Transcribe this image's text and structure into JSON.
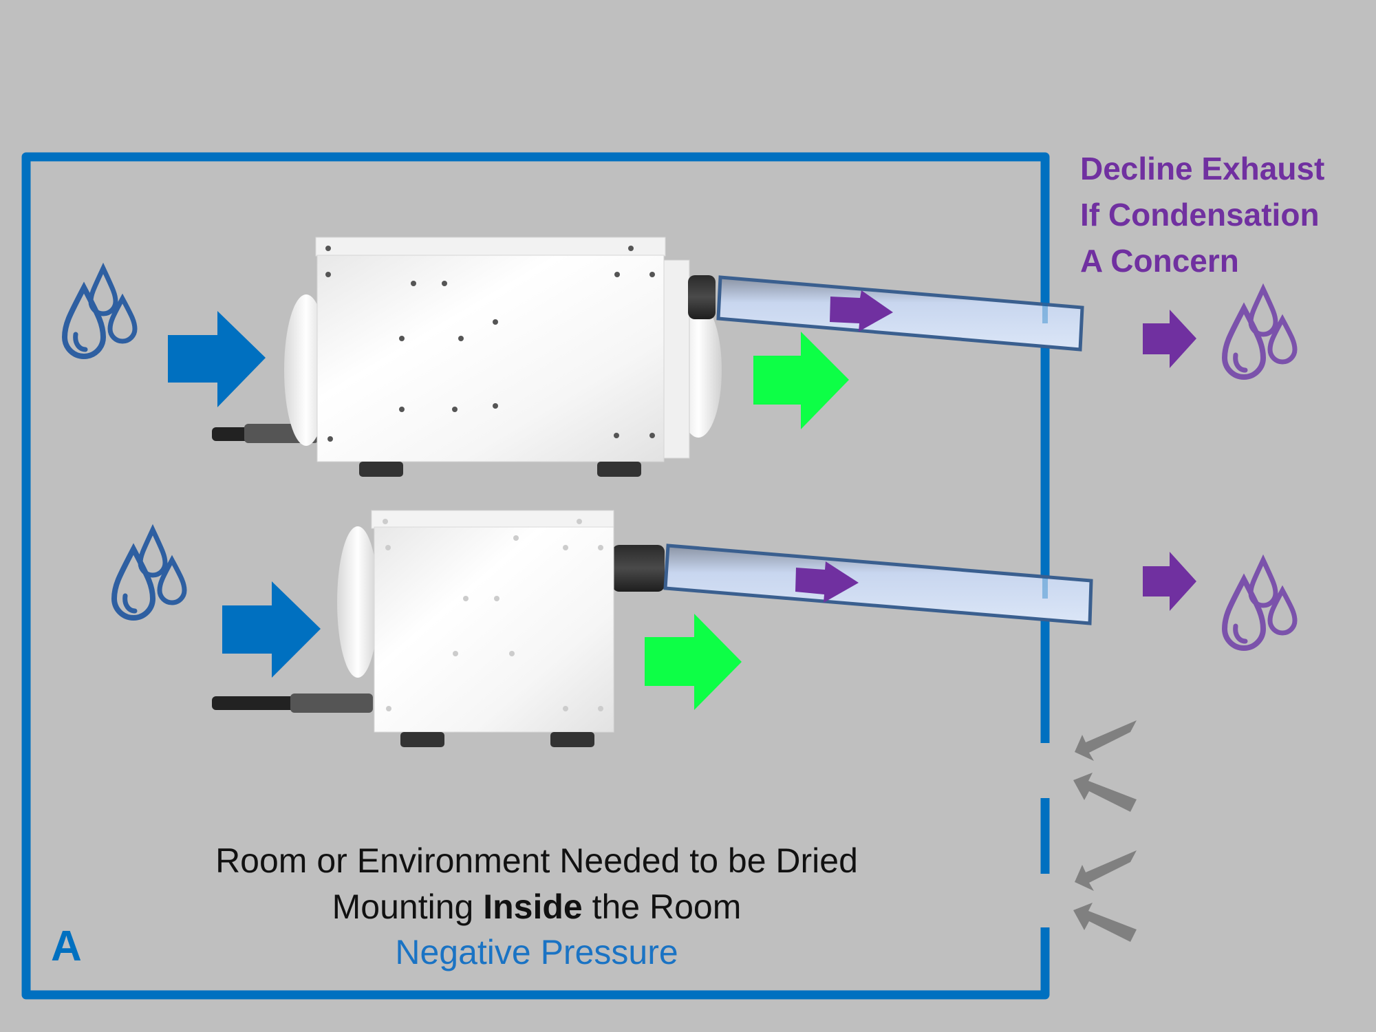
{
  "diagram": {
    "panel_label": "A",
    "warning_note": {
      "lines": [
        "Decline Exhaust",
        "If Condensation",
        "A Concern"
      ]
    },
    "caption": {
      "line1": "Room or Environment Needed to be Dried",
      "line2_prefix": "Mounting ",
      "line2_bold": "Inside",
      "line2_suffix": " the Room",
      "line3": "Negative Pressure"
    },
    "units": [
      {
        "name": "dehumidifier-large",
        "inlet": "moist air in",
        "outlet": "dry air out",
        "exhaust": "ducted exhaust out"
      },
      {
        "name": "dehumidifier-small",
        "inlet": "moist air in",
        "outlet": "dry air out",
        "exhaust": "ducted exhaust out"
      }
    ],
    "colors": {
      "room_wall": "#0070c0",
      "moist_air_arrow": "#0070c0",
      "dry_air_arrow": "#0dff46",
      "exhaust_arrow": "#7030a0",
      "makeup_air_arrow": "#808080",
      "water_drops_inside": "#2e5fa1",
      "water_drops_outside": "#7b52ab",
      "warning_text": "#7030a0",
      "pressure_text": "#1a73c4"
    }
  }
}
